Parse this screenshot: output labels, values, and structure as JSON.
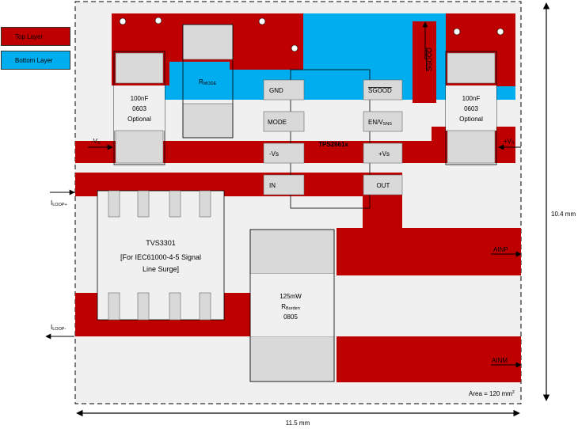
{
  "colors": {
    "top_layer": "#bf0000",
    "bottom_layer": "#00aeef",
    "board": "#f0f0f0",
    "pad": "#d9d9d9"
  },
  "legend": {
    "top_layer": "Top Layer",
    "bottom_layer": "Bottom Layer"
  },
  "ic": {
    "name": "TPS2661x",
    "pins_left": [
      "GND",
      "MODE",
      "-Vs",
      "IN"
    ],
    "pins_right_sgood": "SGOOD",
    "pins_right_en_main": "EN/V",
    "pins_right_en_sub": "SNS",
    "pins_right_vs": "+Vs",
    "pins_right_out": "OUT"
  },
  "rmode": {
    "main": "R",
    "sub": "MODE"
  },
  "cap_left": {
    "value": "100nF",
    "package": "0603",
    "note": "Optional"
  },
  "cap_right": {
    "value": "100nF",
    "package": "0603",
    "note": "Optional"
  },
  "tvs": {
    "name": "TVS3301",
    "line2": "[For IEC61000-4-5 Signal",
    "line3": "Line Surge]"
  },
  "rburden": {
    "power": "125mW",
    "main": "R",
    "sub": "Burden",
    "package": "0805"
  },
  "nets": {
    "neg_vs_main": "-V",
    "neg_vs_sub": "S",
    "pos_vs_main": "+V",
    "pos_vs_sub": "S",
    "iloop_plus_main": "I",
    "iloop_plus_sub": "LOOP+",
    "iloop_minus_main": "I",
    "iloop_minus_sub": "LOOP-",
    "ainp": "AINP",
    "ainm": "AINM",
    "sgood_vertical": "SGOOD"
  },
  "dimensions": {
    "height": "10.4 mm",
    "width": "11.5 mm",
    "area_main": "Area = 120 mm",
    "area_sup": "2"
  }
}
